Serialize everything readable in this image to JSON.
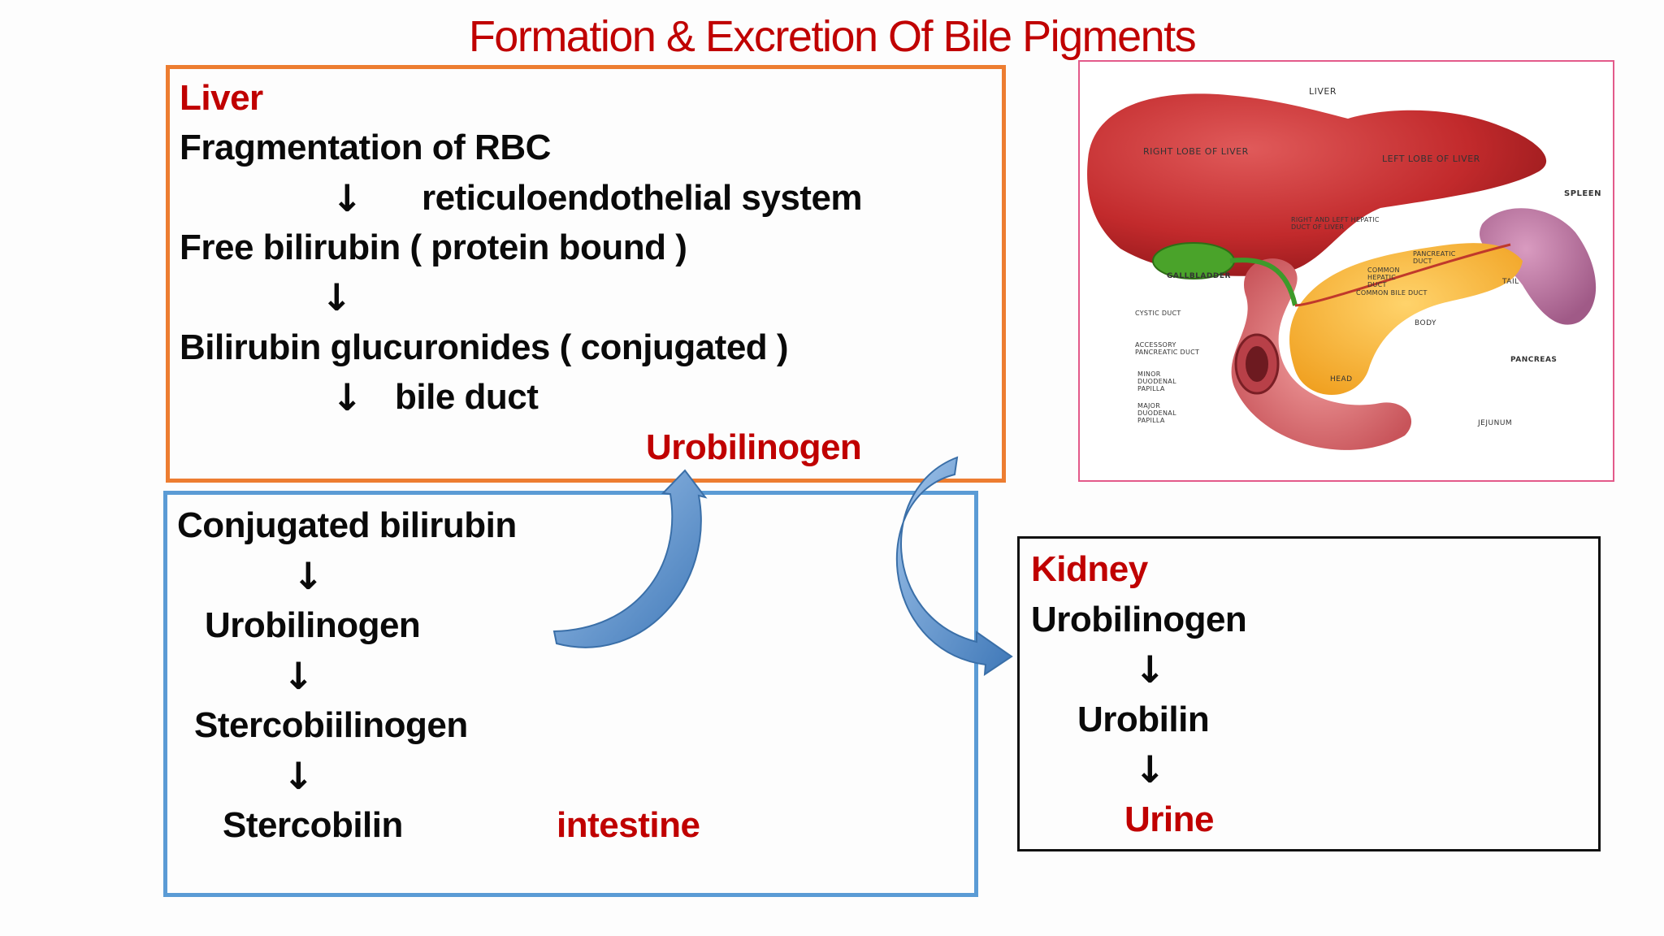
{
  "title": "Formation & Excretion Of Bile Pigments",
  "liver": {
    "heading": "Liver",
    "step1": "Fragmentation of RBC",
    "step1_note": "reticuloendothelial system",
    "step2": "Free bilirubin  ( protein bound )",
    "step3": "Bilirubin glucuronides ( conjugated )",
    "step3_note": "bile duct",
    "recycle_label": "Urobilinogen"
  },
  "intestine": {
    "steps": [
      "Conjugated bilirubin",
      "Urobilinogen",
      "Stercobiilinogen",
      "Stercobilin"
    ],
    "label": "intestine"
  },
  "kidney": {
    "heading": "Kidney",
    "steps": [
      "Urobilinogen",
      "Urobilin"
    ],
    "end": "Urine"
  },
  "arrow_glyph": "↓",
  "illustration": {
    "labels": {
      "liver": "LIVER",
      "right_lobe": "RIGHT LOBE OF LIVER",
      "left_lobe": "LEFT LOBE OF LIVER",
      "spleen": "SPLEEN",
      "gallbladder": "GALLBLADDER",
      "hepatic_ducts": "RIGHT AND LEFT HEPATIC DUCT OF LIVER",
      "pancreatic_duct": "PANCREATIC DUCT",
      "common_hepatic_duct": "COMMON HEPATIC DUCT",
      "common_bile_duct": "COMMON BILE DUCT",
      "tail": "TAIL",
      "cystic_duct": "CYSTIC DUCT",
      "body": "BODY",
      "accessory_pancreatic_duct": "ACCESSORY PANCREATIC DUCT",
      "pancreas": "PANCREAS",
      "minor_papilla": "MINOR DUODENAL PAPILLA",
      "head": "HEAD",
      "major_papilla": "MAJOR DUODENAL PAPILLA",
      "jejunum": "JEJUNUM"
    }
  },
  "colors": {
    "title": "#c00000",
    "liver_box": "#ed7d31",
    "intestine_box": "#5b9bd5",
    "kidney_box": "#111111",
    "image_border": "#e35a8a",
    "flow_arrow": "#4a86c5",
    "highlight_text": "#c00000"
  }
}
